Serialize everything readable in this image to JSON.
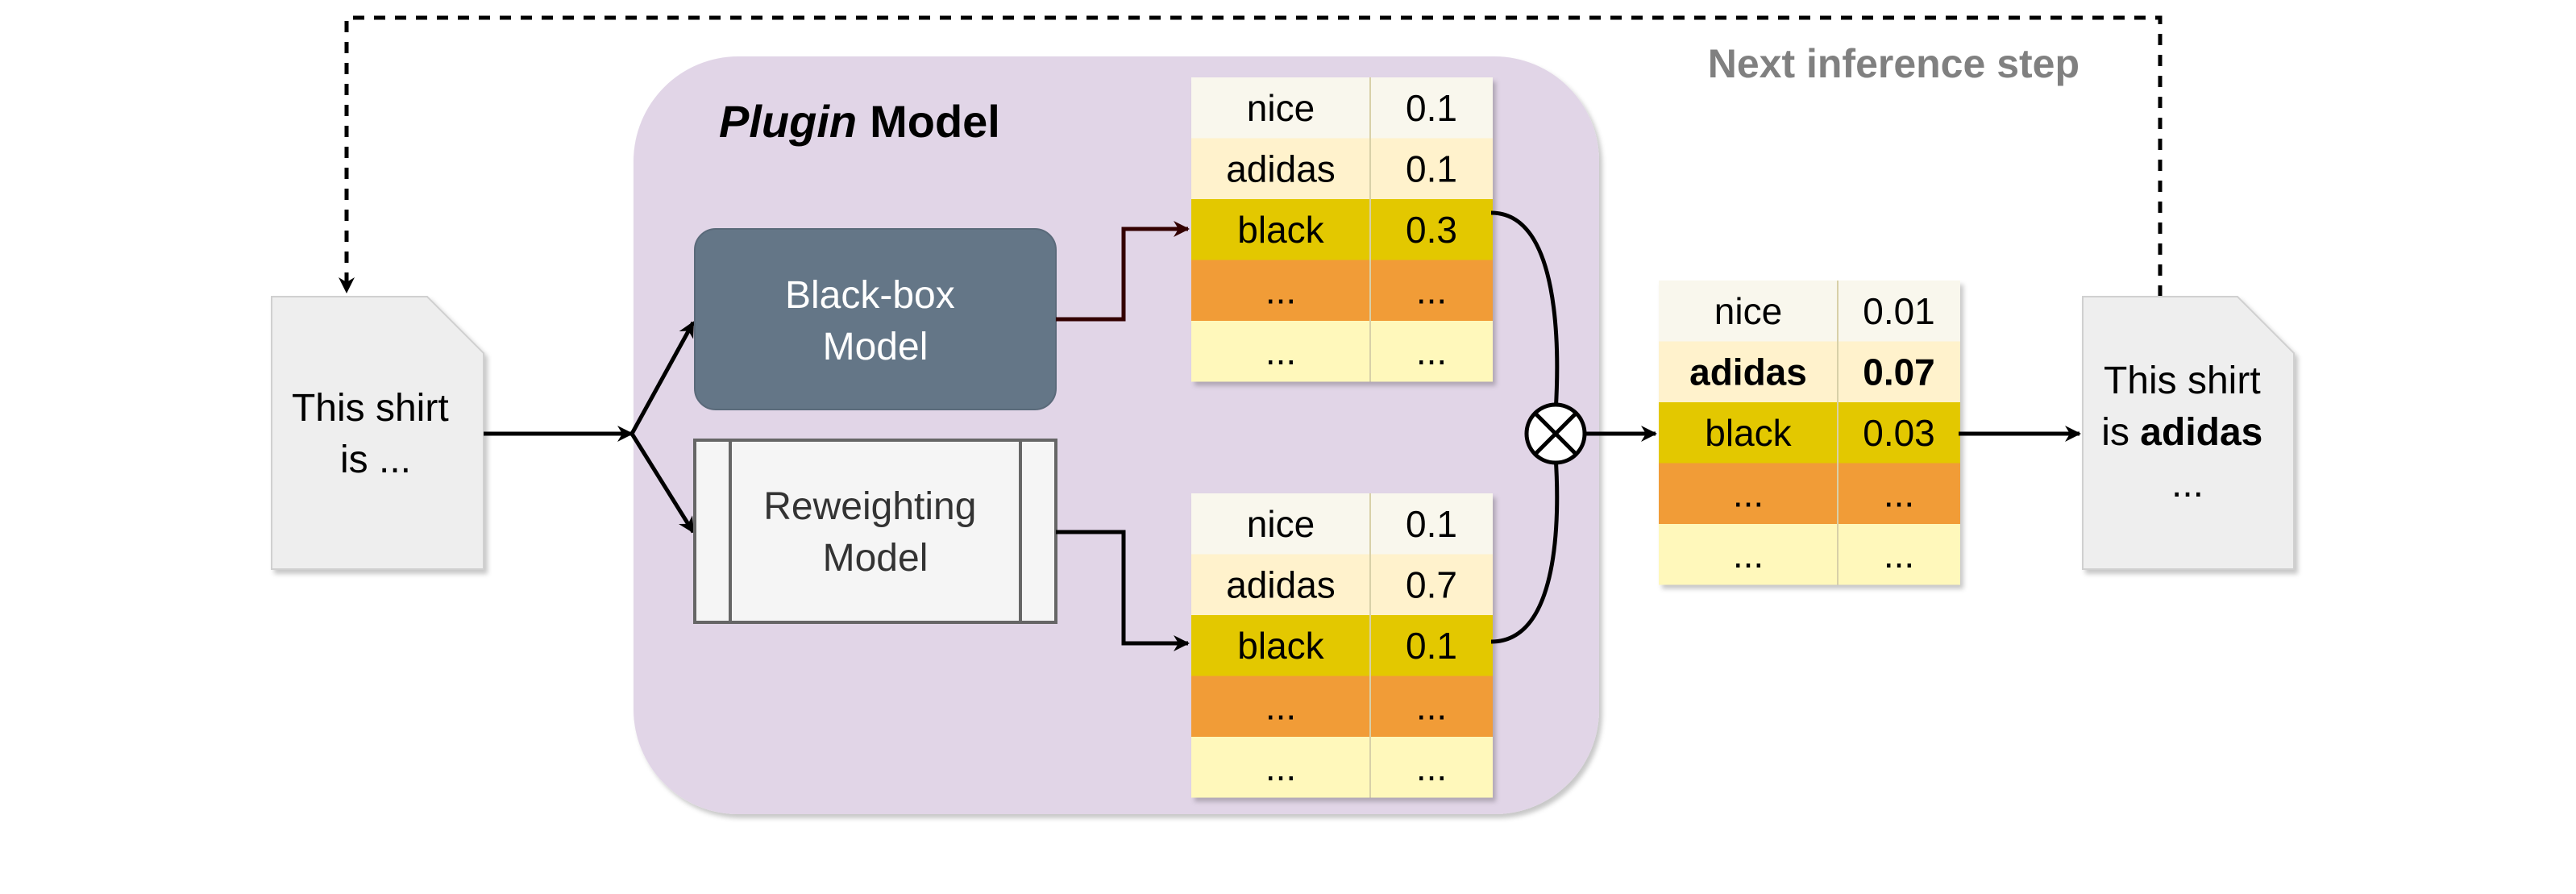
{
  "colors": {
    "plugin_bg": "#e1d5e7",
    "blackbox_fill": "#647687",
    "reweight_fill": "#f5f5f5",
    "doc_fill": "#eeeeee",
    "row_nice": "#f9f7ed",
    "row_adidas": "#fff2cc",
    "row_black": "#e3c800",
    "row_dots1": "#f19c37",
    "row_dots2": "#fff8bb",
    "arrow": "#000000",
    "arrow_dark": "#330000",
    "next_step_text": "#808080"
  },
  "plugin": {
    "title_italic": "Plugin",
    "title_rest": "Model"
  },
  "blackbox": {
    "line1": "Black-box",
    "line2": "Model"
  },
  "reweighting": {
    "line1": "Reweighting",
    "line2": "Model"
  },
  "input_doc": {
    "line1": "This shirt",
    "line2": "is ..."
  },
  "output_doc": {
    "line1": "This shirt",
    "line2_prefix": "is ",
    "line2_bold": "adidas",
    "line3": "..."
  },
  "next_step": "Next inference step",
  "multiply_icon": "circled-times-icon",
  "tables": {
    "blackbox_probs": [
      {
        "token": "nice",
        "prob": "0.1"
      },
      {
        "token": "adidas",
        "prob": "0.1"
      },
      {
        "token": "black",
        "prob": "0.3"
      },
      {
        "token": "...",
        "prob": "..."
      },
      {
        "token": "...",
        "prob": "..."
      }
    ],
    "reweight_probs": [
      {
        "token": "nice",
        "prob": "0.1"
      },
      {
        "token": "adidas",
        "prob": "0.7"
      },
      {
        "token": "black",
        "prob": "0.1"
      },
      {
        "token": "...",
        "prob": "..."
      },
      {
        "token": "...",
        "prob": "..."
      }
    ],
    "combined_probs": [
      {
        "token": "nice",
        "prob": "0.01"
      },
      {
        "token": "adidas",
        "prob": "0.07",
        "bold": true
      },
      {
        "token": "black",
        "prob": "0.03"
      },
      {
        "token": "...",
        "prob": "..."
      },
      {
        "token": "...",
        "prob": "..."
      }
    ]
  }
}
